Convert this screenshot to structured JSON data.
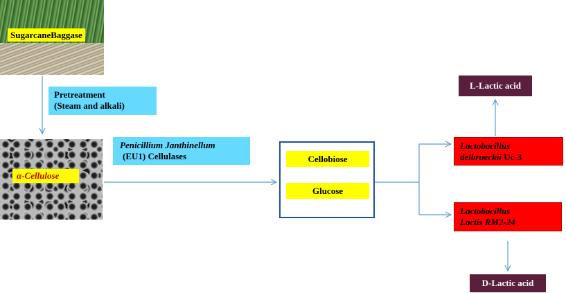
{
  "nodes": {
    "sugarcane": "SugarcaneBaggase",
    "pretreatment": [
      "Pretreatment",
      "(Steam and alkali)"
    ],
    "cellulose": "α-Cellulose",
    "cellulases": {
      "organism": "Penicillium Janthinellum",
      "enzyme": "(EU1) Cellulases"
    },
    "cellobiose": "Cellobiose",
    "glucose": "Glucose",
    "delbrueckii": {
      "line1": "Lactobacillus",
      "line2_italic": "delbrueckii",
      "line2_rest": " Uc-3"
    },
    "lactis": {
      "line1": "Lactobacillus",
      "line2": "Lactis RM2-24"
    },
    "l_lactic": "L-Lactic acid",
    "d_lactic": "D-Lactic acid"
  },
  "colors": {
    "arrow": "#5b9bd5",
    "frame": "#1f4e9e",
    "cyan": "#66d9ff",
    "yellow": "#ffff00",
    "red": "#ff0000",
    "purple": "#5a1f3c"
  }
}
